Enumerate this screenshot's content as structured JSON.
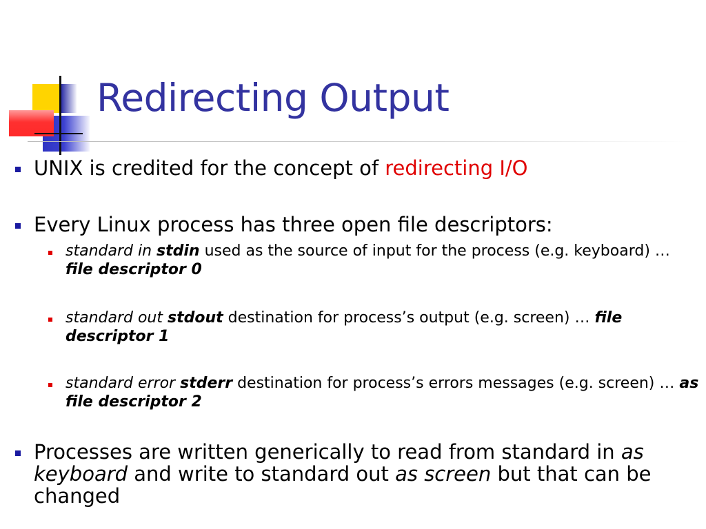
{
  "slide": {
    "title": "Redirecting Output",
    "colors": {
      "title": "#3333a0",
      "accent_red": "#e00000",
      "bullet_blue": "#1a1aa0"
    },
    "bullets": {
      "b1": {
        "text": "UNIX is credited for the concept of ",
        "highlight": "redirecting I/O"
      },
      "b2": {
        "text": "Every Linux process has three open file descriptors:"
      },
      "s1": {
        "label": "standard in",
        "keyword": "stdin",
        "desc": "used as the source of input for the process (e.g. keyboard) …",
        "fd": "file descriptor 0"
      },
      "s2": {
        "label": "standard out",
        "keyword": "stdout",
        "desc": "destination for process’s output (e.g. screen) …",
        "fd": "file descriptor 1"
      },
      "s3": {
        "label": "standard error",
        "keyword": "stderr",
        "desc": "destination for process’s errors messages (e.g. screen) …",
        "fd": "as file descriptor 2"
      },
      "b3": {
        "t1": "Processes are written generically to read from standard in",
        "i1": "as keyboard",
        "t2": "and write to standard out",
        "i2": "as screen",
        "t3": "but that can be changed"
      }
    }
  }
}
